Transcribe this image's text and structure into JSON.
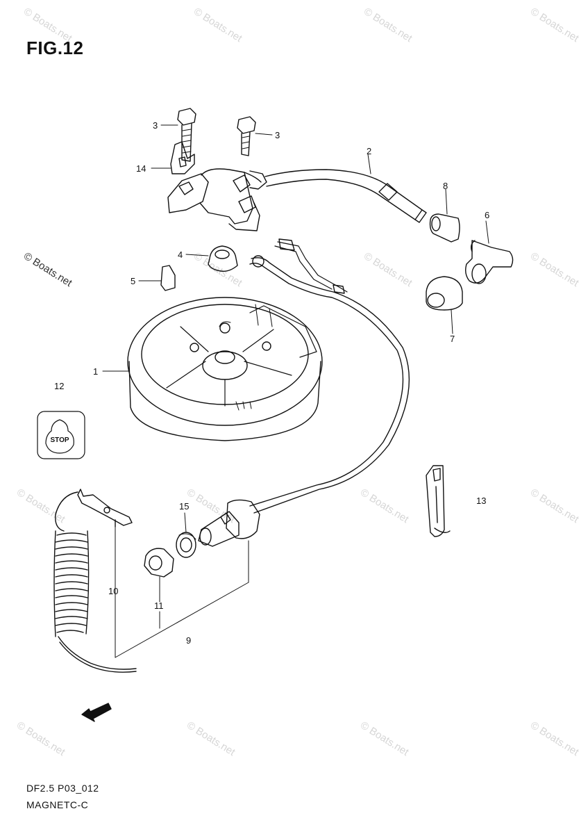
{
  "title": "FIG.12",
  "footer": {
    "code": "DF2.5 P03_012",
    "name": "MAGNETC-C"
  },
  "watermark": "© Boats.net",
  "icon_text": "STOP",
  "parts": {
    "p1": "1",
    "p2": "2",
    "p3a": "3",
    "p3b": "3",
    "p4": "4",
    "p5": "5",
    "p6": "6",
    "p7": "7",
    "p8": "8",
    "p9": "9",
    "p10": "10",
    "p11": "11",
    "p12": "12",
    "p13": "13",
    "p14": "14",
    "p15": "15"
  }
}
